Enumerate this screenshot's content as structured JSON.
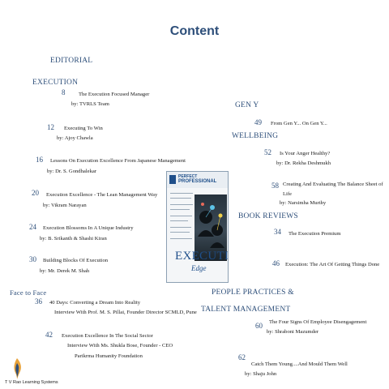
{
  "page": {
    "title": "Content"
  },
  "sections": {
    "editorial": "EDITORIAL",
    "execution": "EXECUTION",
    "face_to_face": "Face to Face",
    "gen_y": "GEN Y",
    "wellbeing": "WELLBEING",
    "book_reviews": "BOOK REVIEWS",
    "people_practices_1": "PEOPLE PRACTICES &",
    "people_practices_2": "TALENT MANAGEMENT"
  },
  "articles": {
    "a8": {
      "num": "8",
      "title": "The Execution Focused Manager",
      "by": "by: TVRLS Team"
    },
    "a12": {
      "num": "12",
      "title": "Executing  To Win",
      "by": "by: Ajoy Chawla"
    },
    "a16": {
      "num": "16",
      "title": "Lessons On Execution Excellence From Japanese Management",
      "by": "by: Dr. S. Gondhalekar"
    },
    "a20": {
      "num": "20",
      "title": "Execution Excellence - The Lean Management Way",
      "by": "by: Vikram Narayan"
    },
    "a24": {
      "num": "24",
      "title": "Execution Blossoms In A Unique Industry",
      "by": "by: B. Srikanth & Shashi Kiran"
    },
    "a30": {
      "num": "30",
      "title": "Building Blocks Of Execution",
      "by": "by: Mr. Derek M. Shah"
    },
    "a36": {
      "num": "36",
      "title1": "40 Days: Converting a Dream Into Reality",
      "title2": "Interview With Prof. M. S. Pillai, Founder Director SCMLD, Pune"
    },
    "a42": {
      "num": "42",
      "title1": "Execution Excellence In The Social Sector",
      "title2": "Interview With Ms. Shukla Bose, Founder - CEO",
      "title3": "Parikrma Humanity Foundation"
    },
    "a49": {
      "num": "49",
      "title": "From Gen Y... On Gen Y..."
    },
    "a52": {
      "num": "52",
      "title": "Is Your Anger Healthy?",
      "by": "by: Dr. Rekha Deshmukh"
    },
    "a58": {
      "num": "58",
      "title1": "Creating And Evaluating The Balance Sheet of",
      "title2": "Life",
      "by": "by: Narsimha Murthy"
    },
    "a34": {
      "num": "34",
      "title": "The Execution Premium"
    },
    "a46": {
      "num": "46",
      "title": "Execution: The Art Of Getting Things Done"
    },
    "a60": {
      "num": "60",
      "title": "The Four Signs Of Employee Disengagement",
      "by": "by: Shraboni Mazumder"
    },
    "a62": {
      "num": "62",
      "title": "Catch Them Young....And Mould Them Well",
      "by": "by: Shaju John"
    }
  },
  "cover": {
    "brand_top": "PERFECT",
    "brand_main": "PROFESSIONAL",
    "headline": "EXECUTION",
    "subhead": "Edge"
  },
  "logo": {
    "text": "T V Rao Learning Systems"
  },
  "colors": {
    "heading_blue": "#2e4f7a",
    "body_text": "#1a1a1a"
  }
}
